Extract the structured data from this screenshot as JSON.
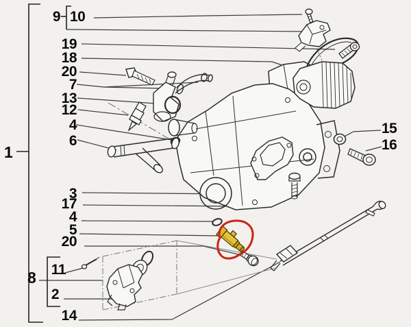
{
  "figure": {
    "type": "exploded-parts-diagram",
    "background_color": "#f2f1ed",
    "line_color": "#2b2b2b",
    "highlight": {
      "shape": "freehand-circle",
      "circle_color": "#cc2213",
      "part_fill_color": "#e0c035",
      "highlighted_callout": "5"
    },
    "callouts": {
      "group_main": "1",
      "valve_group": "9",
      "screw_top": "10",
      "bolt_upper": "19",
      "actuator": "18",
      "bolt_left": "20",
      "hoses": "7",
      "oring_large": "13",
      "temp_sensor": "12",
      "seal_upper": "4",
      "y_pipe": "6",
      "bolt_vertical": "3",
      "gasket": "17",
      "seal_lower": "4",
      "sensor_highlighted": "5",
      "bolt_lower": "20",
      "nut": "15",
      "bolt_right": "16",
      "thermostat_group": "8",
      "screw_small": "11",
      "thermostat": "2",
      "pipe_long": "14"
    }
  }
}
